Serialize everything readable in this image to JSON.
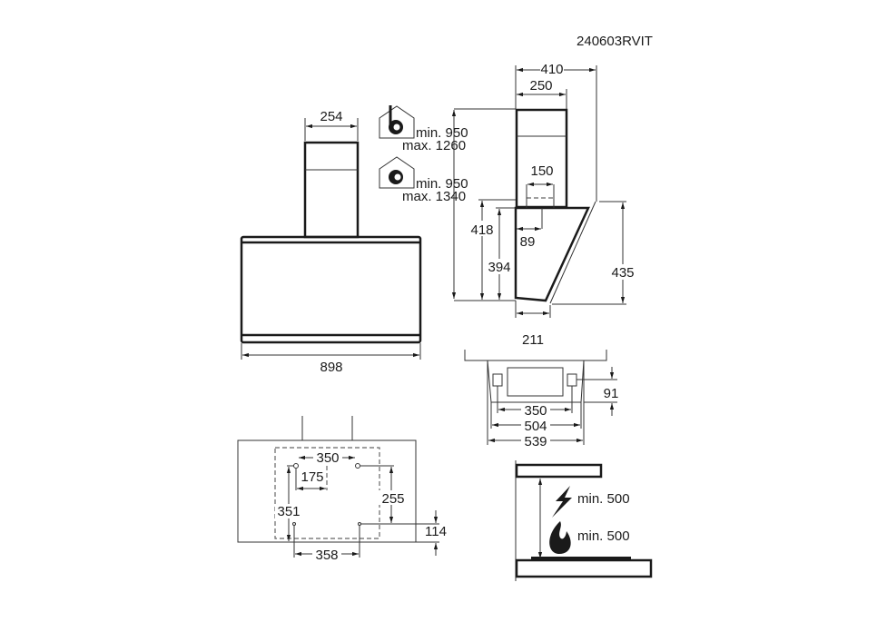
{
  "document_code": "240603RVIT",
  "front_view": {
    "chimney_width": "254",
    "hood_width": "898"
  },
  "height_ranges": {
    "extraction": {
      "icon": "house-fan-extraction-icon",
      "min": "min. 950",
      "max": "max. 1260"
    },
    "recirculation": {
      "icon": "house-fan-recirculation-icon",
      "min": "min. 950",
      "max": "max. 1340"
    }
  },
  "side_view": {
    "total_depth": "410",
    "chimney_depth": "250",
    "outlet_width": "150",
    "outlet_offset": "89",
    "height_418": "418",
    "height_394": "394",
    "glass_height": "435",
    "bottom_depth": "211"
  },
  "top_view": {
    "w350": "350",
    "w504": "504",
    "w539": "539",
    "depth_91": "91"
  },
  "wall_mounting": {
    "w350": "350",
    "w175": "175",
    "h255": "255",
    "h351": "351",
    "h114": "114",
    "w358": "358"
  },
  "clearance": {
    "electric": "min. 500",
    "gas": "min. 500",
    "electric_icon": "lightning-icon",
    "gas_icon": "flame-icon"
  }
}
